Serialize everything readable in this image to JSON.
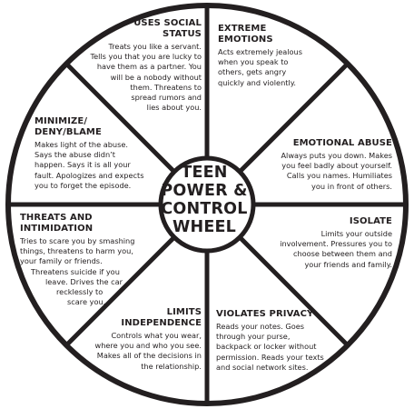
{
  "center": {
    "lines": [
      "TEEN",
      "POWER &",
      "CONTROL",
      "WHEEL"
    ]
  },
  "segments": [
    {
      "key": "social-status",
      "title": [
        "USES SOCIAL",
        "STATUS"
      ],
      "desc": [
        "Treats you like a servant.",
        "Tells you that you are lucky to",
        "have them as a partner. You",
        "will be a nobody without",
        "them. Threatens to",
        "spread rumors and",
        "lies about you."
      ]
    },
    {
      "key": "extreme-emotions",
      "title": [
        "EXTREME",
        "EMOTIONS"
      ],
      "desc": [
        "Acts extremely jealous",
        "when you speak to",
        "others, gets angry",
        "quickly and violently."
      ]
    },
    {
      "key": "emotional-abuse",
      "title": [
        "EMOTIONAL ABUSE"
      ],
      "desc": [
        "Always puts you down. Makes",
        "you feel badly about yourself.",
        "Calls you names. Humiliates",
        "you in front of others."
      ]
    },
    {
      "key": "isolate",
      "title": [
        "ISOLATE"
      ],
      "desc": [
        "Limits your outside",
        "involvement. Pressures you to",
        "choose between them and",
        "your friends and family."
      ]
    },
    {
      "key": "violates-privacy",
      "title": [
        "VIOLATES PRIVACY"
      ],
      "desc": [
        "Reads your notes. Goes",
        "through your purse,",
        "backpack or locker without",
        "permission. Reads your texts",
        "and social network sites."
      ]
    },
    {
      "key": "limits-independence",
      "title": [
        "LIMITS",
        "INDEPENDENCE"
      ],
      "desc": [
        "Controls what you wear,",
        "where you and who you see.",
        "Makes all of the decisions in",
        "the relationship."
      ]
    },
    {
      "key": "threats-intimidation",
      "title": [
        "THREATS AND",
        "INTIMIDATION"
      ],
      "desc": [
        "Tries to scare you by smashing",
        "things, threatens to harm you,",
        "your family or friends.",
        "Threatens suicide if you",
        "leave. Drives the car",
        "recklessly to",
        "scare you."
      ]
    },
    {
      "key": "minimize-deny-blame",
      "title": [
        "MINIMIZE/",
        "DENY/BLAME"
      ],
      "desc": [
        "Makes light of the abuse.",
        "Says the abuse didn’t",
        "happen. Says it is all your",
        "fault. Apologizes and expects",
        "you to forget the episode."
      ]
    }
  ]
}
